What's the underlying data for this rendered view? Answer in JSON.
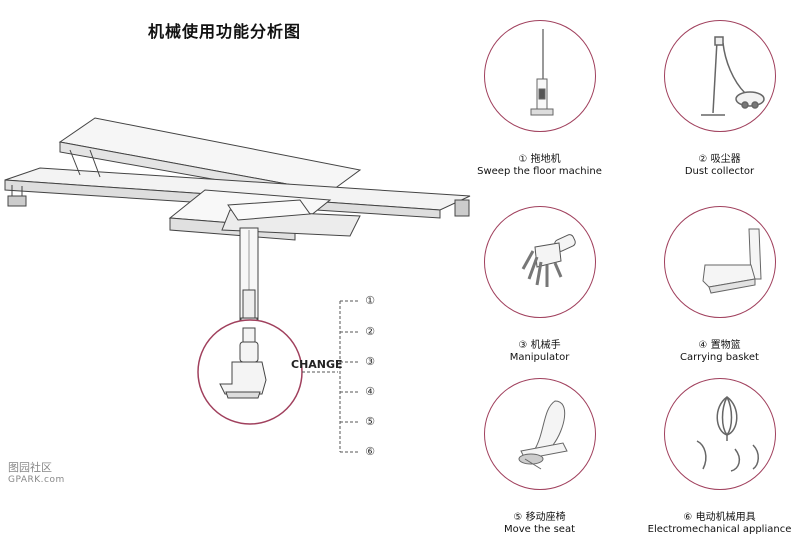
{
  "title": "机械使用功能分析图",
  "change_label": "CHANGE",
  "options": [
    "①",
    "②",
    "③",
    "④",
    "⑤",
    "⑥"
  ],
  "cards": [
    {
      "cn": "① 拖地机",
      "en": "Sweep the floor machine",
      "icon": "floor-sweeper-icon"
    },
    {
      "cn": "② 吸尘器",
      "en": "Dust collector",
      "icon": "dust-collector-icon"
    },
    {
      "cn": "③ 机械手",
      "en": "Manipulator",
      "icon": "robot-hand-icon"
    },
    {
      "cn": "④ 置物篮",
      "en": "Carrying basket",
      "icon": "carrying-basket-icon"
    },
    {
      "cn": "⑤ 移动座椅",
      "en": "Move the seat",
      "icon": "seat-icon"
    },
    {
      "cn": "⑥ 电动机械用具",
      "en": "Electromechanical appliance",
      "icon": "mixer-attachments-icon"
    }
  ],
  "watermark": {
    "line1": "图园社区",
    "line2": "GPARK.com"
  },
  "colors": {
    "accent_circle": "#a0405d",
    "line": "#555555"
  }
}
